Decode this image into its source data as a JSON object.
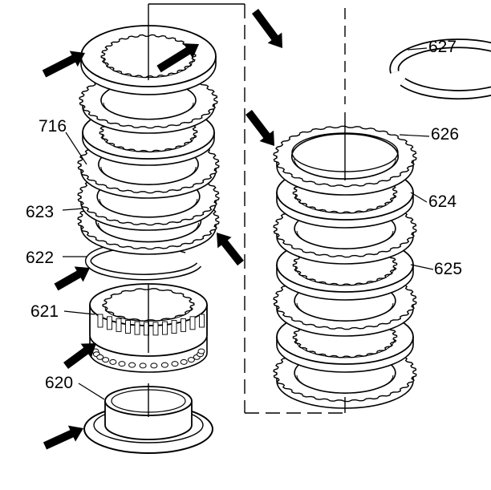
{
  "callouts": {
    "n716": "716",
    "n623": "623",
    "n622": "622",
    "n621": "621",
    "n620": "620",
    "n627": "627",
    "n626": "626",
    "n624": "624",
    "n625": "625"
  },
  "colors": {
    "ink": "#000000",
    "paper": "#ffffff"
  },
  "icons": {
    "arrow": "pointer-arrow-icon"
  }
}
